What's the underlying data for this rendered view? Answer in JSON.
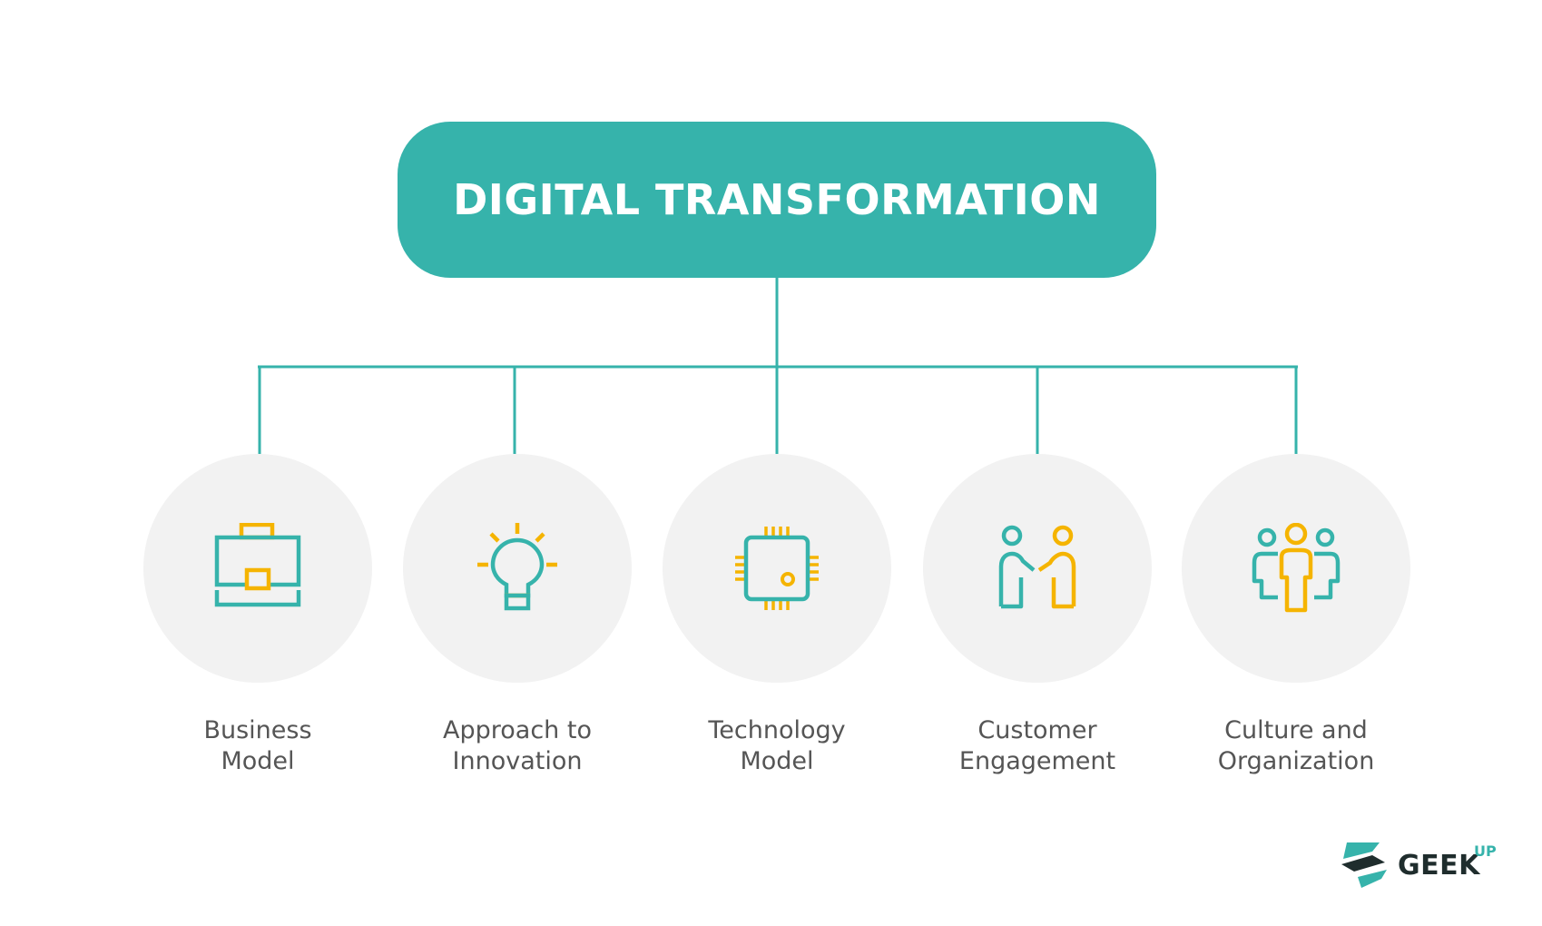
{
  "title": "DIGITAL TRANSFORMATION",
  "colors": {
    "teal": "#36b3ab",
    "yellow": "#f5b400",
    "circle": "#f2f2f2",
    "label": "#555555"
  },
  "branches": [
    {
      "line1": "Business",
      "line2": "Model",
      "icon": "briefcase-icon"
    },
    {
      "line1": "Approach to",
      "line2": "Innovation",
      "icon": "lightbulb-icon"
    },
    {
      "line1": "Technology",
      "line2": "Model",
      "icon": "microchip-icon"
    },
    {
      "line1": "Customer",
      "line2": "Engagement",
      "icon": "handshake-people-icon"
    },
    {
      "line1": "Culture and",
      "line2": "Organization",
      "icon": "team-icon"
    }
  ],
  "logo": {
    "name": "GEEK",
    "superscript": "UP"
  }
}
